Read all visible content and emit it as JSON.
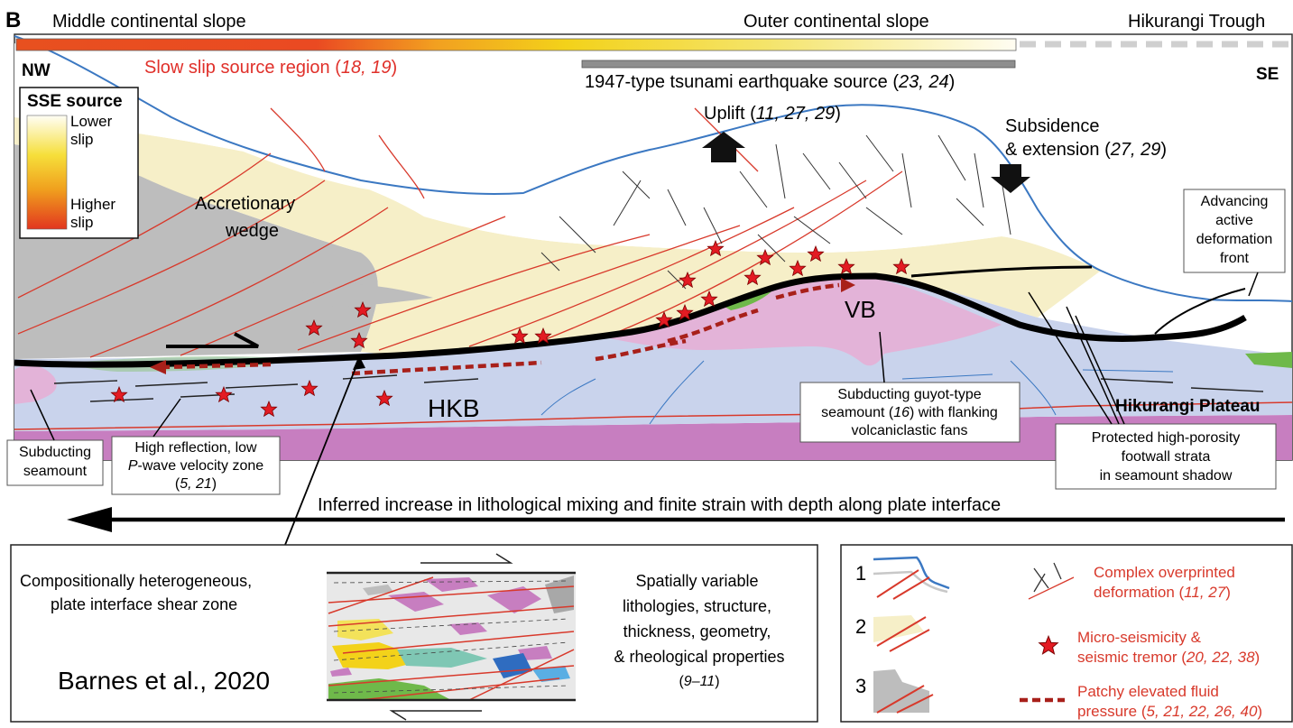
{
  "panel_letter": "B",
  "top_labels": {
    "left": "Middle continental slope",
    "middle": "Outer continental slope",
    "right": "Hikurangi Trough"
  },
  "compass": {
    "nw": "NW",
    "se": "SE"
  },
  "slow_slip": {
    "text": "Slow slip source region (",
    "refs": "18, 19",
    "close": ")"
  },
  "tsunami": {
    "text": "1947-type tsunami earthquake source (",
    "refs": "23, 24",
    "close": ")"
  },
  "uplift": {
    "text": "Uplift (",
    "refs": "11, 27, 29",
    "close": ")"
  },
  "subsidence": {
    "line1": "Subsidence",
    "line2_text": "& extension  (",
    "refs": "27, 29",
    "close": ")"
  },
  "sse_legend": {
    "title": "SSE source",
    "lower1": "Lower",
    "lower2": "slip",
    "higher1": "Higher",
    "higher2": "slip"
  },
  "wedge": {
    "line1": "Accretionary",
    "line2": "wedge"
  },
  "front": {
    "line1": "Advancing",
    "line2": "active",
    "line3": "deformation",
    "line4": "front"
  },
  "vb": "VB",
  "hkb": "HKB",
  "plateau": "Hikurangi Plateau",
  "seamount_guyot": {
    "line1": "Subducting guyot-type",
    "line2_a": "seamount (",
    "refs": "16",
    "line2_b": ") with flanking",
    "line3": "volcaniclastic fans"
  },
  "protected": {
    "line1": "Protected high-porosity",
    "line2": "footwall strata",
    "line3": "in seamount shadow"
  },
  "subducting_seamount": {
    "line1": "Subducting",
    "line2": "seamount"
  },
  "high_reflection": {
    "line1": "High reflection, low",
    "line2_italic": "P",
    "line2_rest": "-wave velocity zone",
    "line3_refs": "5, 21"
  },
  "inferred": "Inferred increase in lithological mixing and finite strain with depth along plate interface",
  "shear_zone": {
    "left1": "Compositionally heterogeneous,",
    "left2": "plate interface shear zone",
    "right1": "Spatially variable",
    "right2": "lithologies, structure,",
    "right3": "thickness, geometry,",
    "right4": "& rheological properties",
    "right_refs": "9–11"
  },
  "citation": "Barnes et al., 2020",
  "legend": {
    "n1": "1",
    "n2": "2",
    "n3": "3",
    "complex1": "Complex overprinted",
    "complex2_text": "deformation (",
    "complex2_refs": "11, 27",
    "complex2_close": ")",
    "micro1": "Micro-seismicity &",
    "micro2_text": "seismic tremor (",
    "micro2_refs": "20, 22, 38",
    "micro2_close": ")",
    "patchy1": "Patchy elevated fluid",
    "patchy2_text": "pressure (",
    "patchy2_refs": "5, 21, 22, 26, 40",
    "patchy2_close": ")"
  },
  "colors": {
    "slow_slip_red": "#e0302a",
    "star_red": "#e31b23",
    "fault_red": "#d8392b",
    "seafloor_blue": "#3b78c2",
    "wedge_cream": "#f6efc8",
    "wedge_grey": "#bdbdbd",
    "plate_blue": "#c9d3ec",
    "seamount_pink": "#e3b3d8",
    "basement_purple": "#c77ec0",
    "green": "#6fb94a"
  }
}
